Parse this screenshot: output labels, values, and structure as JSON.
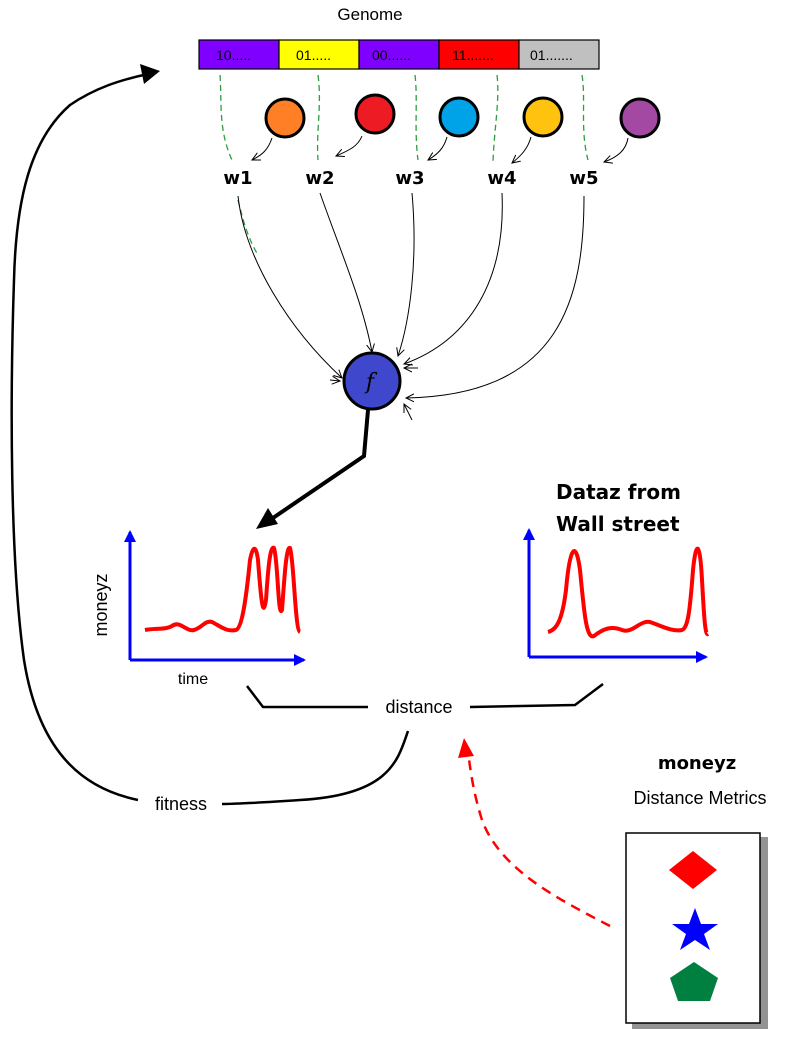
{
  "genome": {
    "title": "Genome",
    "segments": [
      {
        "label": "10.....",
        "color": "#7F00FF"
      },
      {
        "label": "01.....",
        "color": "#FFFF00"
      },
      {
        "label": "00......",
        "color": "#7F00FF"
      },
      {
        "label": "11.......",
        "color": "#FF0000"
      },
      {
        "label": "01.......",
        "color": "#C0C0C0"
      }
    ]
  },
  "weights": [
    {
      "label": "w1",
      "color": "#FF7F27"
    },
    {
      "label": "w2",
      "color": "#ED1C24"
    },
    {
      "label": "w3",
      "color": "#00A2E8"
    },
    {
      "label": "w4",
      "color": "#FFC20E"
    },
    {
      "label": "w5",
      "color": "#A349A4"
    }
  ],
  "function_node": {
    "label": "f",
    "color": "#3F48CC"
  },
  "left_plot": {
    "ylabel": "moneyz",
    "xlabel": "time"
  },
  "right_plot": {
    "title_line1": "Dataz from",
    "title_line2": "Wall street"
  },
  "distance_label": "distance",
  "fitness_label": "fitness",
  "metrics": {
    "title": "moneyz",
    "subtitle": "Distance Metrics",
    "shapes": [
      {
        "name": "diamond",
        "color": "#FF0000"
      },
      {
        "name": "star",
        "color": "#0000FF"
      },
      {
        "name": "pentagon",
        "color": "#008040"
      }
    ]
  },
  "colors": {
    "axis": "#0000FF",
    "signal": "#FF0000",
    "dashed_guide": "#2E9E3E"
  }
}
